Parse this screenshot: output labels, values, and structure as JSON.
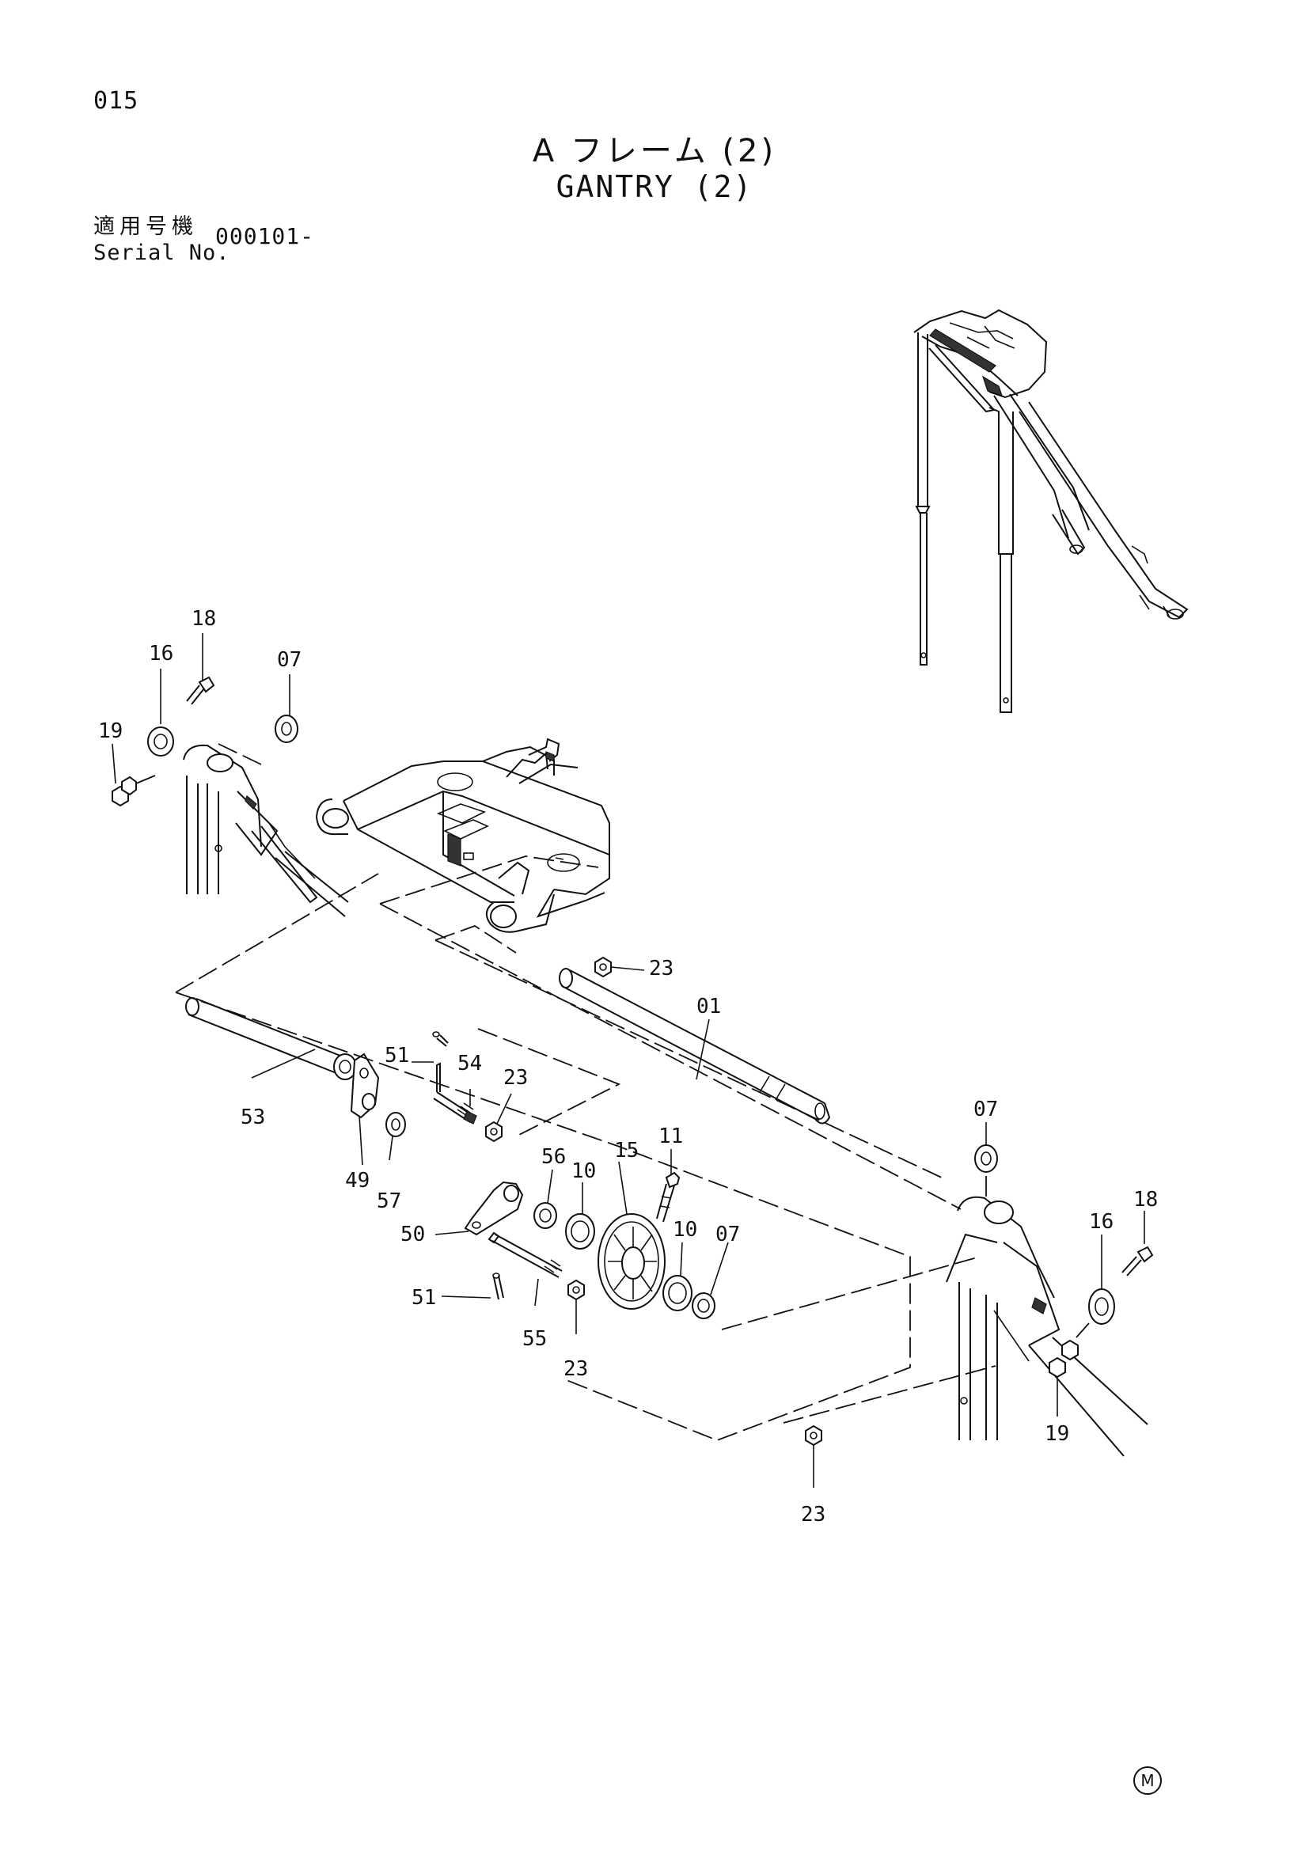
{
  "page": {
    "number": "015",
    "title_jp": "A フレーム (2)",
    "title_en": "GANTRY (2)",
    "serial_label_jp": "適用号機",
    "serial_label_en": "Serial No.",
    "serial_value": "000101-",
    "footer_mark": "M"
  },
  "callouts": [
    {
      "id": "c18a",
      "label": "18"
    },
    {
      "id": "c16a",
      "label": "16"
    },
    {
      "id": "c07a",
      "label": "07"
    },
    {
      "id": "c19a",
      "label": "19"
    },
    {
      "id": "c23a",
      "label": "23"
    },
    {
      "id": "c01",
      "label": "01"
    },
    {
      "id": "c53",
      "label": "53"
    },
    {
      "id": "c51a",
      "label": "51"
    },
    {
      "id": "c54",
      "label": "54"
    },
    {
      "id": "c23b",
      "label": "23"
    },
    {
      "id": "c49",
      "label": "49"
    },
    {
      "id": "c57",
      "label": "57"
    },
    {
      "id": "c56",
      "label": "56"
    },
    {
      "id": "c10a",
      "label": "10"
    },
    {
      "id": "c15",
      "label": "15"
    },
    {
      "id": "c11",
      "label": "11"
    },
    {
      "id": "c50",
      "label": "50"
    },
    {
      "id": "c10b",
      "label": "10"
    },
    {
      "id": "c07b",
      "label": "07"
    },
    {
      "id": "c51b",
      "label": "51"
    },
    {
      "id": "c55",
      "label": "55"
    },
    {
      "id": "c23c",
      "label": "23"
    },
    {
      "id": "c07c",
      "label": "07"
    },
    {
      "id": "c18b",
      "label": "18"
    },
    {
      "id": "c16b",
      "label": "16"
    },
    {
      "id": "c19b",
      "label": "19"
    },
    {
      "id": "c23d",
      "label": "23"
    }
  ]
}
